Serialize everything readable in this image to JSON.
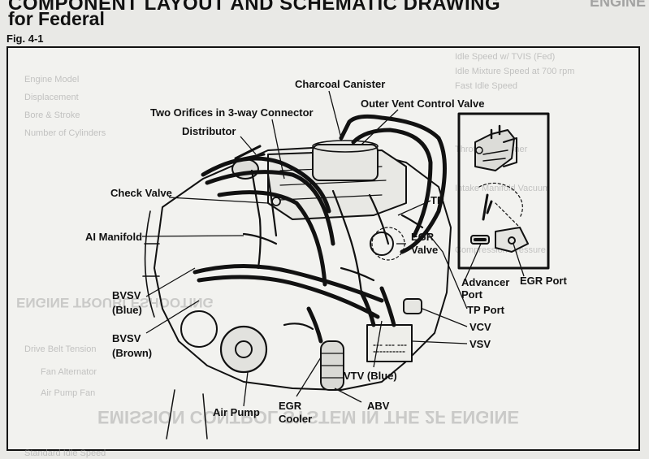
{
  "header": {
    "title_line1": "COMPONENT LAYOUT AND SCHEMATIC DRAWING",
    "title_line2": "for Federal",
    "figure_label": "Fig. 4-1",
    "bleed_right": "ENGINE"
  },
  "labels": {
    "charcoal_canister": "Charcoal Canister",
    "two_orifices": "Two Orifices in 3-way Connector",
    "outer_vent_control_valve": "Outer Vent Control Valve",
    "distributor": "Distributor",
    "check_valve": "Check Valve",
    "tp": "TP",
    "ai_manifold": "AI Manifold",
    "egr_valve_1": "EGR",
    "egr_valve_2": "Valve",
    "advancer_port_1": "Advancer",
    "advancer_port_2": "Port",
    "egr_port": "EGR Port",
    "tp_port": "TP Port",
    "bvsv_blue_1": "BVSV",
    "bvsv_blue_2": "(Blue)",
    "vcv": "VCV",
    "bvsv_brown_1": "BVSV",
    "bvsv_brown_2": "(Brown)",
    "vsv": "VSV",
    "vtv_blue": "VTV (Blue)",
    "air_pump": "Air Pump",
    "egr_cooler_1": "EGR",
    "egr_cooler_2": "Cooler",
    "abv": "ABV"
  },
  "ghost_text": {
    "bleed_1": "Idle Speed w/ TVIS (Fed)",
    "bleed_2": "Idle Mixture Speed at 700 rpm",
    "bleed_3": "Fast Idle Speed",
    "bleed_4": "Engine Model",
    "bleed_5": "Displacement",
    "bleed_6": "Bore & Stroke",
    "bleed_7": "Number of Cylinders",
    "bleed_8": "Throttle Positioner",
    "bleed_9": "Intake Manifold Vacuum",
    "bleed_10": "Compression Pressure",
    "bleed_11": "ENGINE TROUBLESHOOTING",
    "bleed_12": "Drive Belt Tension",
    "bleed_13": "Fan Alternator",
    "bleed_14": "Air Pump Fan",
    "bleed_15": "EMISSION CONTROL SYSTEM IN THE 2F ENGINE",
    "bleed_16": "Standard Idle Speed"
  },
  "colors": {
    "ink": "#111111",
    "paper": "#f2f2ef",
    "ghost": "#9a9a9a"
  }
}
